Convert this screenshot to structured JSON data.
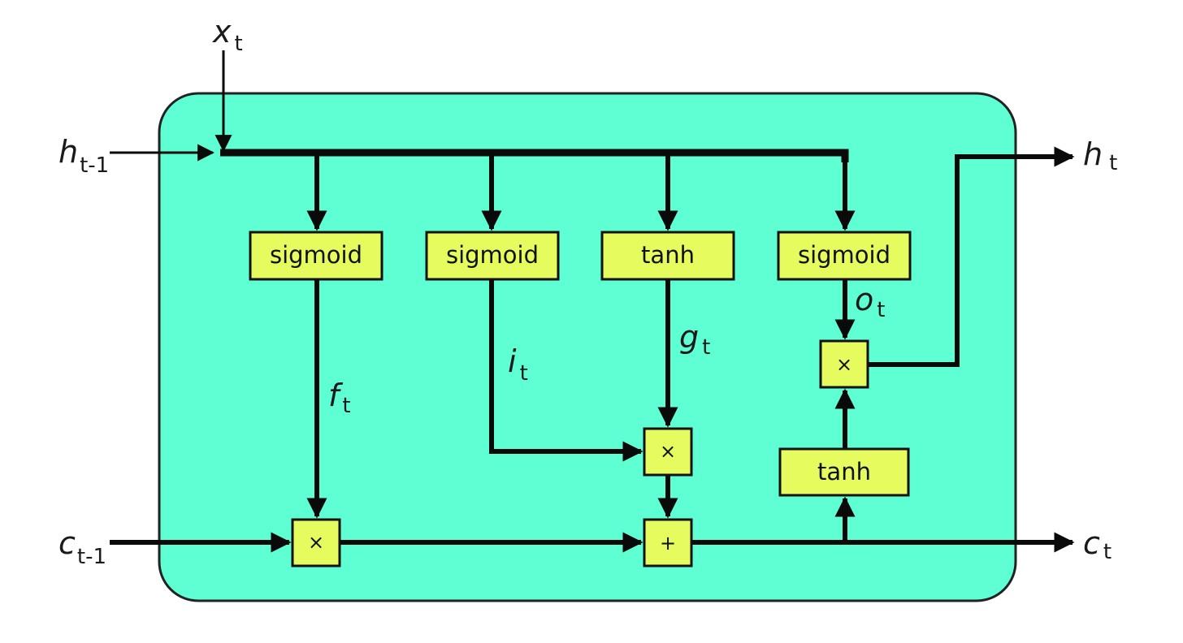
{
  "colors": {
    "cell_bg": "#5fffd4",
    "gate_fill": "#e5fb5e",
    "line": "#0a0a0a"
  },
  "inputs": {
    "x": {
      "base": "x",
      "sub": "t"
    },
    "h_prev": {
      "base": "h",
      "sub": "t-1"
    },
    "c_prev": {
      "base": "c",
      "sub": "t-1"
    }
  },
  "outputs": {
    "h": {
      "base": "h",
      "sub": "t"
    },
    "c": {
      "base": "c",
      "sub": "t"
    }
  },
  "gates": [
    {
      "label": "sigmoid"
    },
    {
      "label": "sigmoid"
    },
    {
      "label": "tanh"
    },
    {
      "label": "sigmoid"
    }
  ],
  "cell_tanh": {
    "label": "tanh"
  },
  "signals": {
    "f": {
      "base": "f",
      "sub": "t"
    },
    "i": {
      "base": "i",
      "sub": "t"
    },
    "g": {
      "base": "g",
      "sub": "t"
    },
    "o": {
      "base": "o",
      "sub": "t"
    }
  },
  "ops": {
    "forget_mul": "×",
    "input_mul": "×",
    "add": "+",
    "output_mul": "×"
  }
}
